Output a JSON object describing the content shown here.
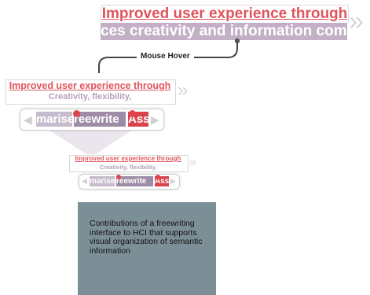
{
  "zoom_large": {
    "title": "Improved user experience through",
    "subtitle": "ces creativity and information compre",
    "chevron": "»"
  },
  "connector": {
    "label": "Mouse Hover"
  },
  "card_medium": {
    "title": "Improved user experience through",
    "subtitle": "Creativity, flexibility,",
    "chevron": "»",
    "tags": [
      {
        "label": "marise",
        "color": "#c6bccd"
      },
      {
        "label": "reewrite",
        "color": "#9e8ba6"
      },
      {
        "label": "Ass",
        "color": "#d9434b"
      }
    ],
    "arrow_left": "◀",
    "arrow_right": "▶"
  },
  "card_small": {
    "title": "Improved user experience through",
    "subtitle": "Creativity, flexibility,",
    "chevron": "»",
    "tags": [
      {
        "label": "marise",
        "color": "#c6bccd"
      },
      {
        "label": "reewrite",
        "color": "#9e8ba6"
      },
      {
        "label": "Ass",
        "color": "#d9434b"
      }
    ],
    "arrow_left": "◀",
    "arrow_right": "▶"
  },
  "contribution": {
    "text": "Contributions of a freewriting interface to HCI that supports visual organization of semantic information",
    "background": "#7c8f97"
  },
  "colors": {
    "accent_red": "#e0555c",
    "lavender": "#c3afc6",
    "purple": "#9e8ba6"
  }
}
